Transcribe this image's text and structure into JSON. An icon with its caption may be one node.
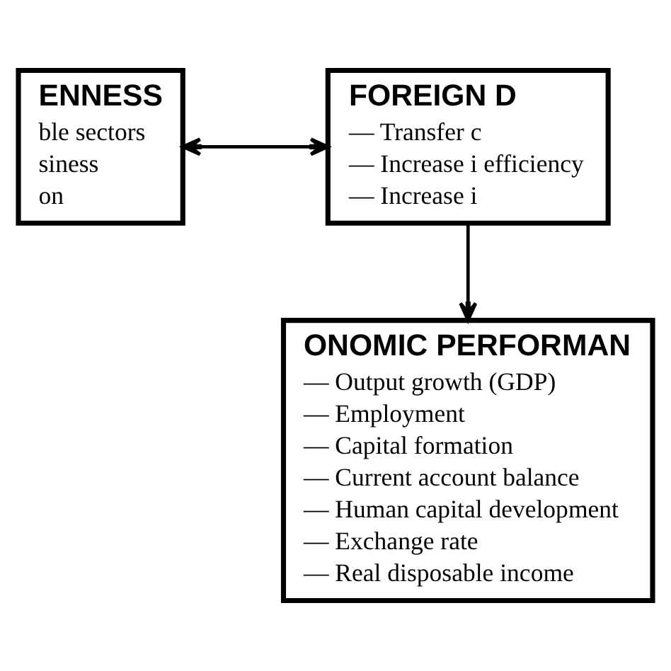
{
  "diagram": {
    "nodes": [
      {
        "text": [
          "ENNESS",
          "ble sectors",
          "siness",
          "on"
        ]
      },
      {
        "text": [
          "FOREIGN D",
          "— Transfer c",
          "— Increase i efficiency",
          "— Increase i"
        ]
      },
      {
        "text": [
          "ONOMIC PERFORMAN",
          "— Output growth (GDP)",
          "— Employment",
          "— Capital formation",
          "— Current account balance",
          "— Human capital development",
          "— Exchange rate",
          "— Real disposable income"
        ]
      }
    ],
    "edges": [
      {
        "from": 0,
        "to": 1,
        "arrow": "both"
      },
      {
        "from": 1,
        "to": 2,
        "arrow": "to"
      }
    ]
  }
}
